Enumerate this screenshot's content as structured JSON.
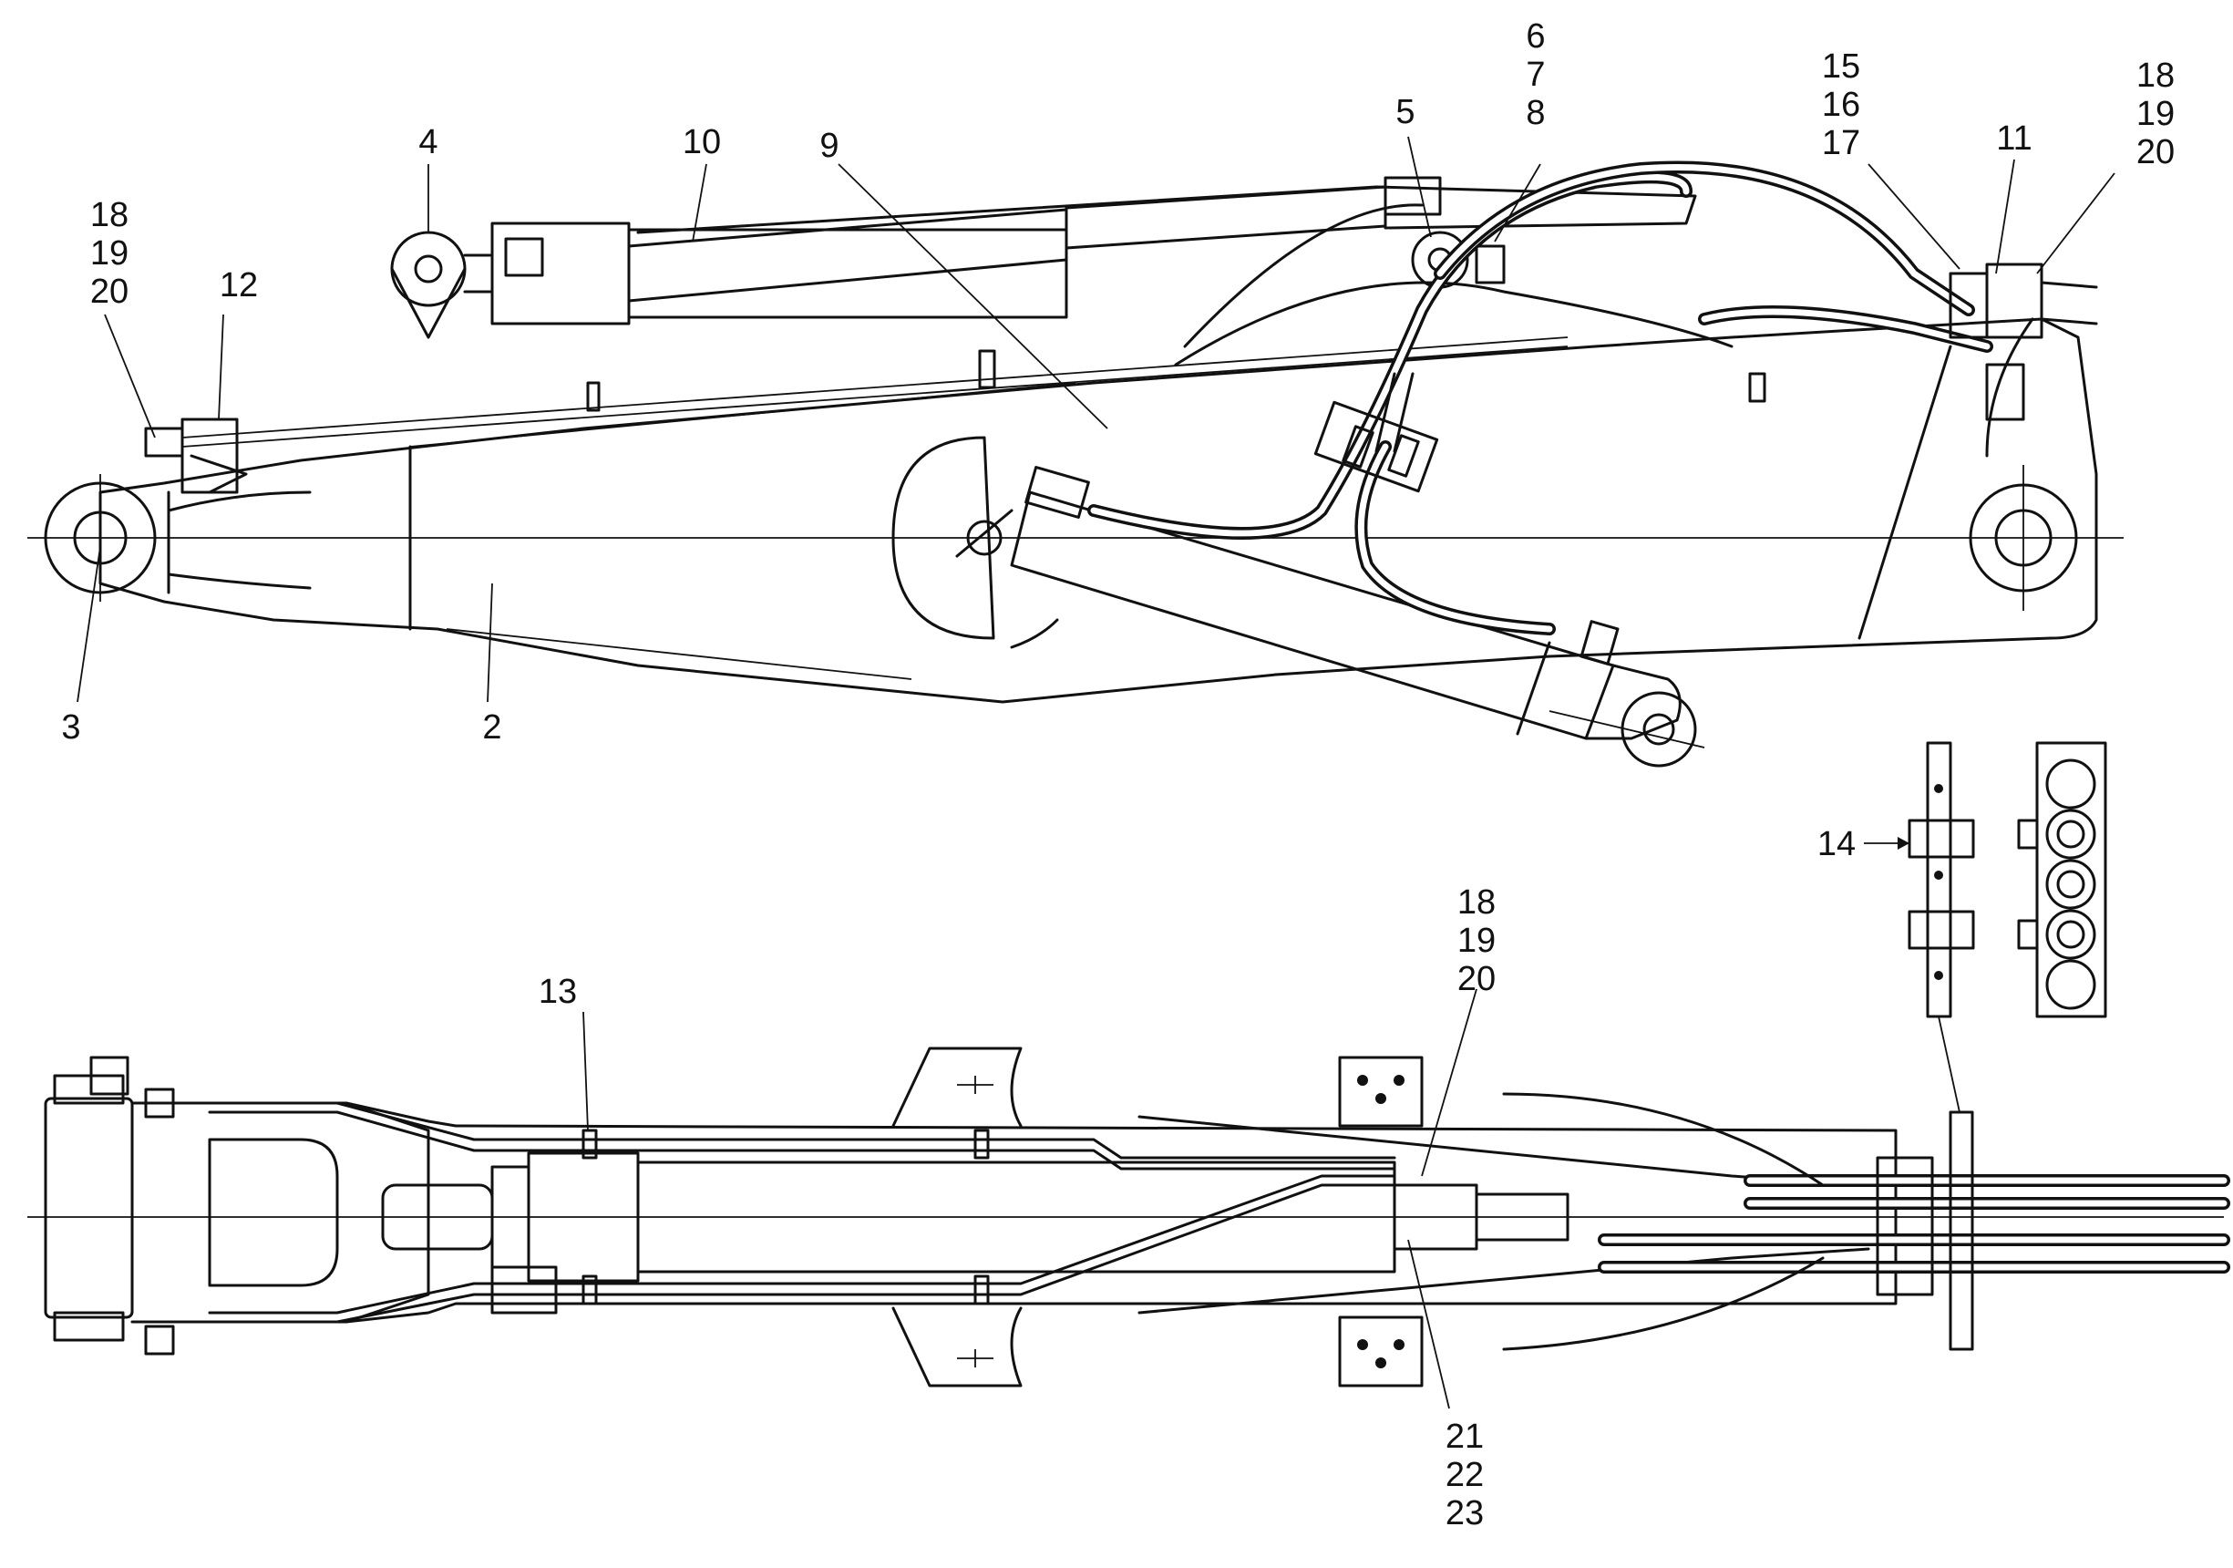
{
  "colors": {
    "ink": "#111111",
    "paper": "#ffffff"
  },
  "callouts": {
    "side_view": {
      "p2": "2",
      "p3": "3",
      "p4": "4",
      "p5": "5",
      "p6_8": [
        "6",
        "7",
        "8"
      ],
      "p9": "9",
      "p10": "10",
      "p11": "11",
      "p12": "12",
      "p15_17": [
        "15",
        "16",
        "17"
      ],
      "p18_20_left": [
        "18",
        "19",
        "20"
      ],
      "p18_20_right": [
        "18",
        "19",
        "20"
      ]
    },
    "top_view": {
      "p13": "13",
      "p18_20": [
        "18",
        "19",
        "20"
      ],
      "p21_23": [
        "21",
        "22",
        "23"
      ]
    },
    "detail_view": {
      "p14": "14"
    }
  }
}
